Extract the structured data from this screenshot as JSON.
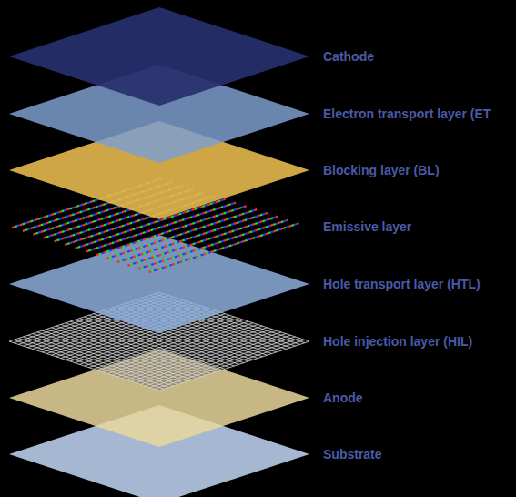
{
  "diagram": {
    "labels": [
      "Cathode",
      "Electron transport layer (ET",
      "Blocking layer (BL)",
      "Emissive layer",
      "Hole transport layer (HTL)",
      "Hole injection layer (HIL)",
      "Anode",
      "Substrate"
    ]
  }
}
